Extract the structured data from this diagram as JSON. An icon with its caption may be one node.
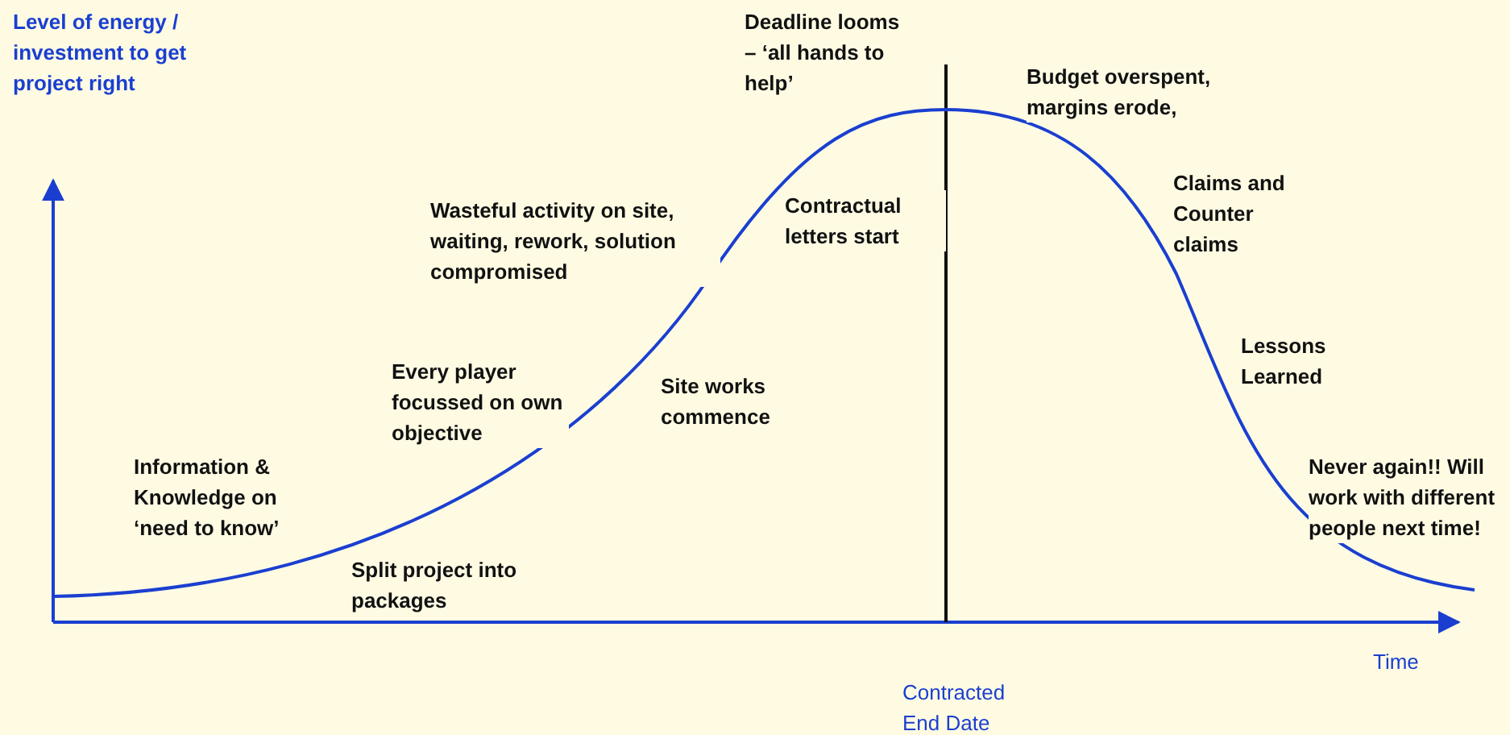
{
  "diagram": {
    "labels": [
      "Level of energy / investment to get project right",
      "Deadline looms – ‘all hands to help’",
      "Budget overspent, margins erode,",
      "Claims and Counter claims",
      "Wasteful activity on site, waiting, rework, solution compromised",
      "Contractual letters start",
      "Lessons Learned",
      "Every player focussed on own objective",
      "Site works commence",
      "Information & Knowledge on ‘need to know’",
      "Never again!! Will work with different people next time!",
      "Split project into packages",
      "Time",
      "Contracted End Date"
    ]
  }
}
